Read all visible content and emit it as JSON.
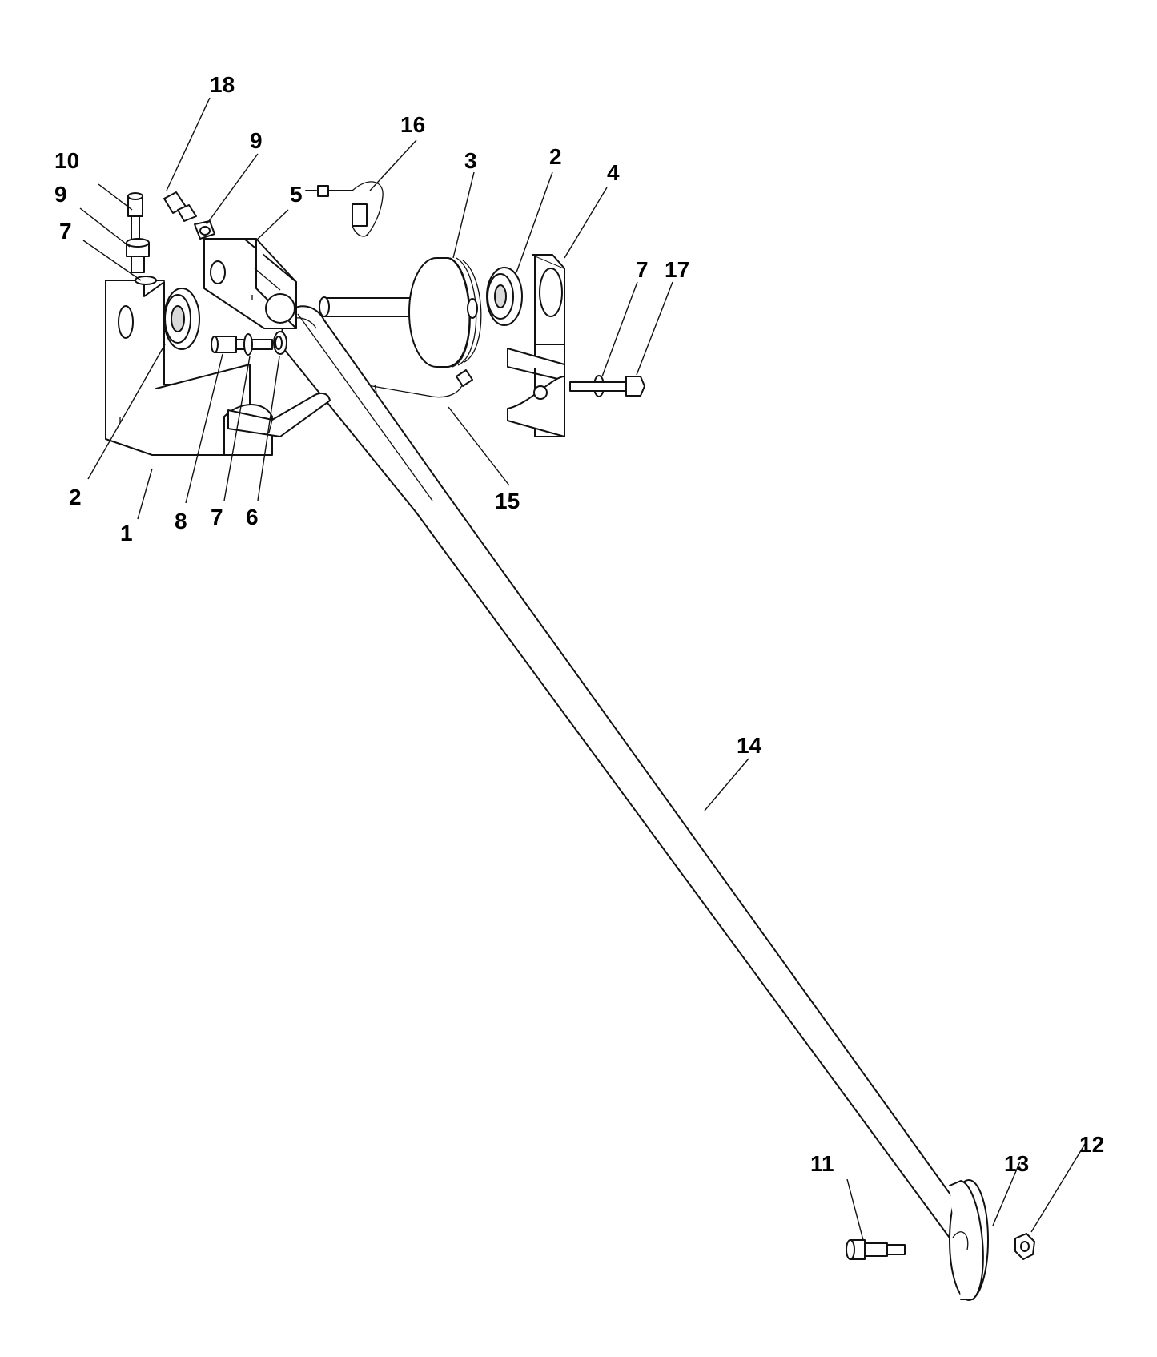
{
  "callouts": {
    "c1": "1",
    "c2a": "2",
    "c2b": "2",
    "c3": "3",
    "c4": "4",
    "c5": "5",
    "c6": "6",
    "c7a": "7",
    "c7b": "7",
    "c7c": "7",
    "c8": "8",
    "c9a": "9",
    "c9b": "9",
    "c10": "10",
    "c11": "11",
    "c12": "12",
    "c13": "13",
    "c14": "14",
    "c15": "15",
    "c16": "16",
    "c17": "17",
    "c18": "18"
  }
}
